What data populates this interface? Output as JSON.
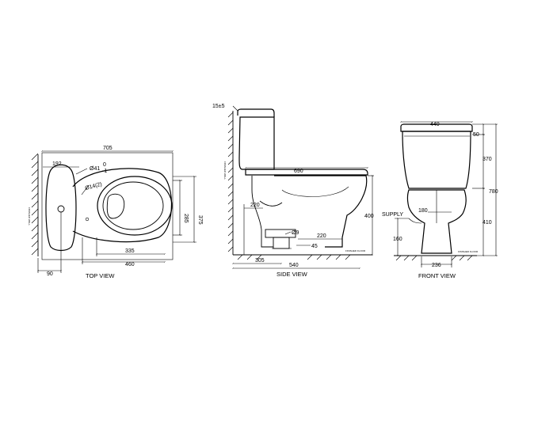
{
  "views": {
    "top": {
      "title": "TOP VIEW",
      "dims": {
        "overall_length": "705",
        "tank_depth": "192",
        "inlet_dia": "Ø41",
        "inlet_tol_upper": "0",
        "inlet_tol_lower": "-1",
        "fixing_hole": "Ø14(2)",
        "bowl_width": "285",
        "total_width": "375",
        "fixing_span": "335",
        "seat_length": "460",
        "wall_offset": "90"
      },
      "notes": {
        "wall_label": "FINISHED WALL"
      }
    },
    "side": {
      "title": "SIDE VIEW",
      "dims": {
        "tank_gap": "15±5",
        "bowl_length": "690",
        "supply_height": "220",
        "rim_height": "400",
        "outlet_dia": "Ø9",
        "outlet_height": "220",
        "outlet_offset": "45",
        "rough_in": "305",
        "footprint_length": "540"
      },
      "notes": {
        "wall_label": "FINISHED WALL",
        "floor_label": "FINISHED FLOOR"
      }
    },
    "front": {
      "title": "FRONT VIEW",
      "dims": {
        "tank_width": "440",
        "lid_height": "50",
        "tank_height": "370",
        "total_height": "780",
        "rim_height": "410",
        "bowl_width": "180",
        "supply_label": "SUPPLY",
        "supply_height": "160",
        "base_width": "236"
      },
      "notes": {
        "floor_label": "FINISHED FLOOR"
      }
    }
  }
}
